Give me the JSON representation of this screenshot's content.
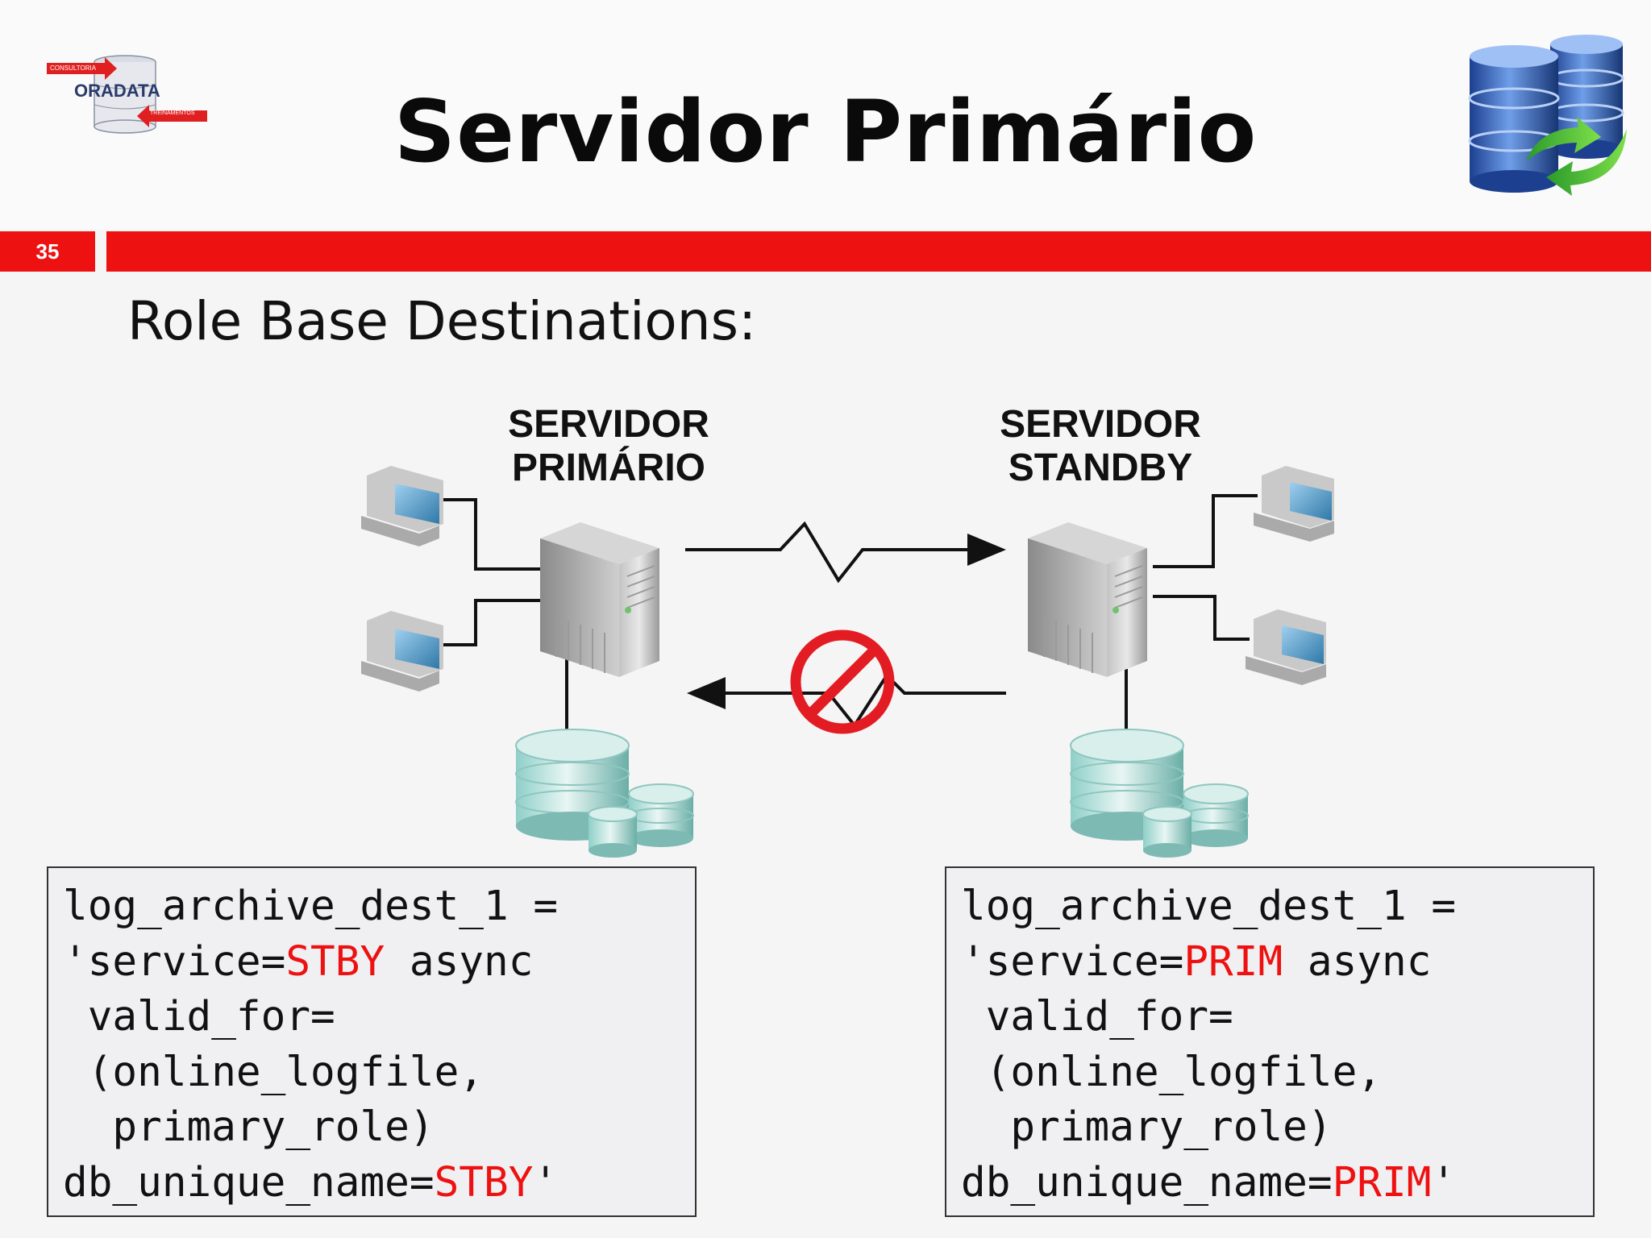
{
  "header": {
    "title": "Servidor Primário",
    "logo": {
      "consultoria": "CONSULTORIA",
      "name": "ORADATA",
      "treinamentos": "TREINAMENTOS"
    },
    "slide_number": "35"
  },
  "subtitle": "Role Base Destinations:",
  "diagram": {
    "primary_label": [
      "SERVIDOR",
      "PRIMÁRIO"
    ],
    "standby_label": [
      "SERVIDOR",
      "STANDBY"
    ],
    "icons": [
      "client-computer-icon",
      "server-tower-icon",
      "database-disks-icon",
      "prohibited-icon"
    ]
  },
  "code_primary": {
    "l1": "log_archive_dest_1 =",
    "l2a": "'service=",
    "l2b": "STBY",
    "l2c": " async",
    "l3": " valid_for=",
    "l4": " (online_logfile,",
    "l5": "  primary_role)",
    "l6a": "db_unique_name=",
    "l6b": "STBY",
    "l6c": "'"
  },
  "code_standby": {
    "l1": "log_archive_dest_1 =",
    "l2a": "'service=",
    "l2b": "PRIM",
    "l2c": " async",
    "l3": " valid_for=",
    "l4": " (online_logfile,",
    "l5": "  primary_role)",
    "l6a": "db_unique_name=",
    "l6b": "PRIM",
    "l6c": "'"
  },
  "colors": {
    "accent_red": "#ee1111"
  }
}
